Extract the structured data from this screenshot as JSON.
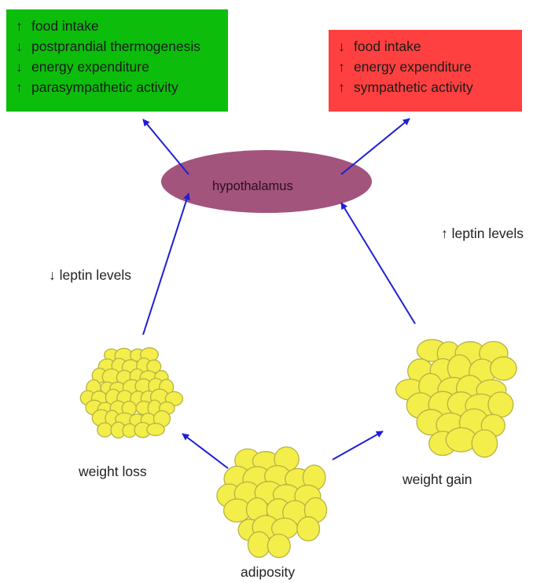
{
  "green_box": {
    "lines": [
      {
        "arrow": "↑",
        "text": "food intake"
      },
      {
        "arrow": "↓",
        "text": "postprandial thermogenesis"
      },
      {
        "arrow": "↓",
        "text": "energy expenditure"
      },
      {
        "arrow": "↑",
        "text": "parasympathetic activity"
      }
    ],
    "color": "#0cbd0c"
  },
  "red_box": {
    "lines": [
      {
        "arrow": "↓",
        "text": "food intake"
      },
      {
        "arrow": "↑",
        "text": "energy expenditure"
      },
      {
        "arrow": "↑",
        "text": "sympathetic activity"
      }
    ],
    "color": "#ff4040"
  },
  "hypothalamus": {
    "label": "hypothalamus",
    "color": "#a3547c"
  },
  "labels": {
    "leptin_down": "↓ leptin levels",
    "leptin_up": "↑ leptin levels",
    "weight_loss": "weight loss",
    "weight_gain": "weight gain",
    "adiposity": "adiposity"
  },
  "colors": {
    "arrow": "#1f1fd6",
    "cell_fill": "#f3ee4a",
    "cell_stroke": "#b8b244"
  }
}
